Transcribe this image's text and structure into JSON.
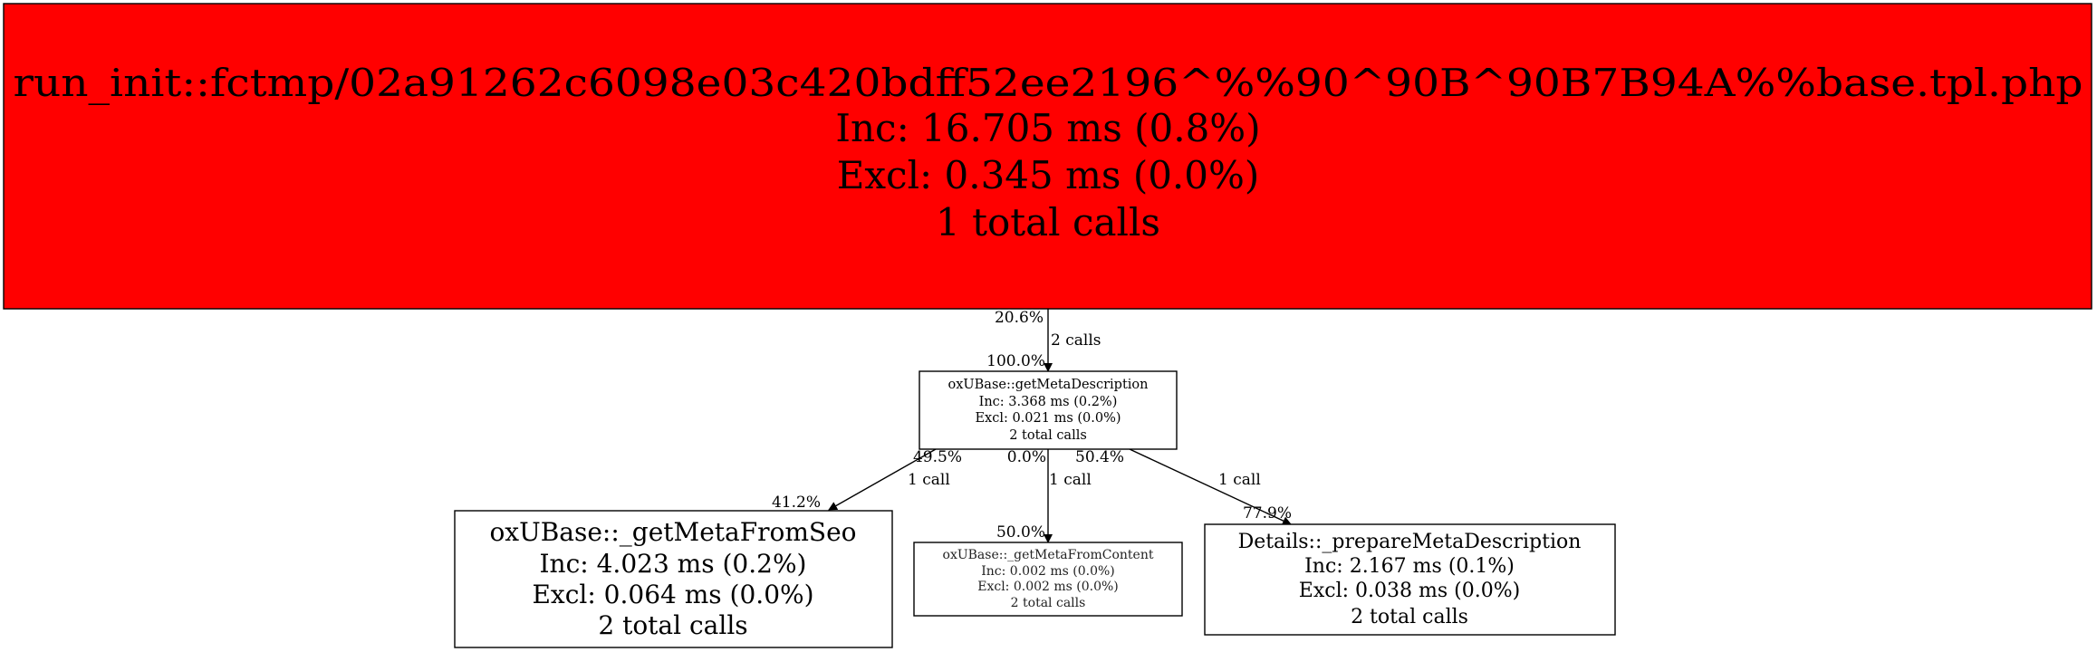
{
  "colors": {
    "root_fill": "#ff0000",
    "node_fill": "#ffffff",
    "stroke": "#000000"
  },
  "nodes": {
    "root": {
      "name": "run_init::fctmp/02a91262c6098e03c420bdff52ee2196^%%90^90B^90B7B94A%%base.tpl.php",
      "inc": "Inc: 16.705 ms (0.8%)",
      "excl": "Excl: 0.345 ms (0.0%)",
      "calls": "1 total calls"
    },
    "getMetaDescription": {
      "name": "oxUBase::getMetaDescription",
      "inc": "Inc: 3.368 ms (0.2%)",
      "excl": "Excl: 0.021 ms (0.0%)",
      "calls": "2 total calls"
    },
    "getMetaFromSeo": {
      "name": "oxUBase::_getMetaFromSeo",
      "inc": "Inc: 4.023 ms (0.2%)",
      "excl": "Excl: 0.064 ms (0.0%)",
      "calls": "2 total calls"
    },
    "getMetaFromContent": {
      "name": "oxUBase::_getMetaFromContent",
      "inc": "Inc: 0.002 ms (0.0%)",
      "excl": "Excl: 0.002 ms (0.0%)",
      "calls": "2 total calls"
    },
    "prepareMetaDescription": {
      "name": "Details::_prepareMetaDescription",
      "inc": "Inc: 2.167 ms (0.1%)",
      "excl": "Excl: 0.038 ms (0.0%)",
      "calls": "2 total calls"
    }
  },
  "edges": {
    "root_to_desc": {
      "tail": "20.6%",
      "calls": "2 calls",
      "head": "100.0%"
    },
    "desc_to_seo": {
      "tail": "49.5%",
      "calls": "1 call",
      "head": "41.2%"
    },
    "desc_to_content": {
      "tail": "0.0%",
      "calls": "1 call",
      "head": "50.0%"
    },
    "desc_to_prepare": {
      "tail": "50.4%",
      "calls": "1 call",
      "head": "77.9%"
    }
  }
}
